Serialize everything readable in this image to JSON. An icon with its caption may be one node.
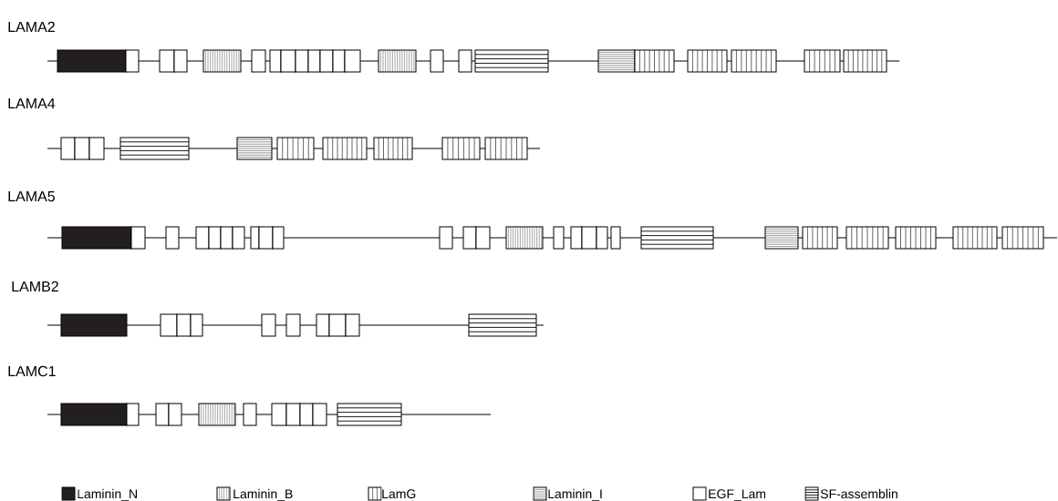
{
  "diagram": {
    "labels": [
      "LAMA2",
      "LAMA4",
      "LAMA5",
      "LAMB2",
      "LAMC1"
    ],
    "legend": [
      {
        "text": "Laminin_N",
        "color": "#231f20"
      },
      {
        "text": "Laminin_B"
      },
      {
        "text": "LamG"
      },
      {
        "text": "Laminin_I"
      },
      {
        "text": "EGF_Lam"
      },
      {
        "text": "SF-assemblin"
      }
    ]
  }
}
